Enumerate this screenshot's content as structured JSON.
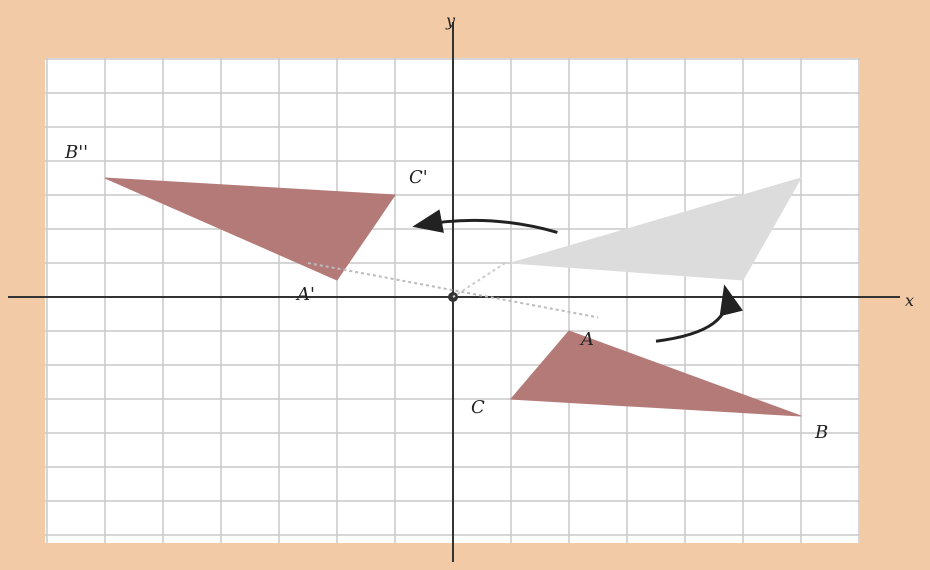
{
  "figure": {
    "axis_labels": {
      "x": "x",
      "y": "y"
    },
    "colors": {
      "background": "#f3caa6",
      "grid_paper": "#ffffff",
      "grid_line": "#c9c9c9",
      "axis": "#333333",
      "filled_triangle": "#b47a78",
      "ghost_triangle": "#dcdcdc",
      "arrow": "#222222"
    },
    "triangles": [
      {
        "role": "original",
        "style": "filled",
        "vertices": [
          {
            "label": "A",
            "x": 2,
            "y": -1
          },
          {
            "label": "B",
            "x": 6,
            "y": -3.5
          },
          {
            "label": "C",
            "x": 1,
            "y": -3
          }
        ]
      },
      {
        "role": "intermediate",
        "style": "ghost",
        "vertices": [
          {
            "label": "",
            "x": 1,
            "y": 1
          },
          {
            "label": "",
            "x": 6,
            "y": 3.5
          },
          {
            "label": "",
            "x": 5,
            "y": 0.5
          }
        ]
      },
      {
        "role": "image",
        "style": "filled",
        "vertices": [
          {
            "label": "A'",
            "x": -2,
            "y": 0.5
          },
          {
            "label": "B''",
            "x": -6,
            "y": 3.5
          },
          {
            "label": "C'",
            "x": -1,
            "y": 3
          }
        ]
      }
    ],
    "dotted_ray": {
      "from": {
        "x": -2.5,
        "y": 1
      },
      "to": {
        "x": 2.5,
        "y": -0.6
      }
    },
    "rotation_arrows": [
      {
        "name": "arrow-lower-to-middle",
        "from": {
          "x": 3.5,
          "y": -1.3
        },
        "to": {
          "x": 4.7,
          "y": 0.2
        }
      },
      {
        "name": "arrow-middle-to-upper",
        "from": {
          "x": 1.8,
          "y": 1.9
        },
        "to": {
          "x": -0.6,
          "y": 2.1
        }
      }
    ]
  }
}
